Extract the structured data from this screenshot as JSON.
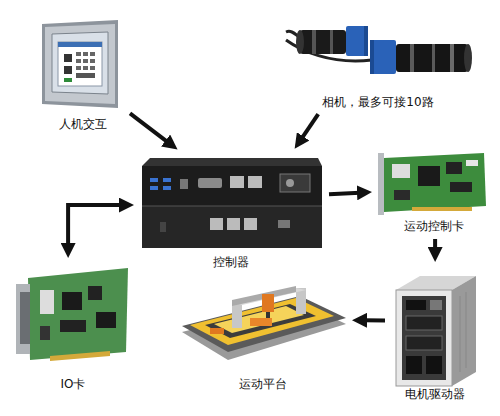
{
  "diagram": {
    "nodes": [
      {
        "text": [
          "人机交互"
        ]
      },
      {
        "text": [
          "相机，最多可接10路"
        ]
      },
      {
        "text": [
          "控制器"
        ]
      },
      {
        "text": [
          "运动控制卡"
        ]
      },
      {
        "text": [
          "IO卡"
        ]
      },
      {
        "text": [
          "运动平台"
        ]
      },
      {
        "text": [
          "电机驱动器"
        ]
      }
    ],
    "edges": [
      {
        "from": 0,
        "to": 2,
        "arrow": "to"
      },
      {
        "from": 1,
        "to": 2,
        "arrow": "to"
      },
      {
        "from": 2,
        "to": 3,
        "arrow": "to"
      },
      {
        "from": 3,
        "to": 6,
        "arrow": "to"
      },
      {
        "from": 4,
        "to": 2,
        "arrow": "both"
      },
      {
        "from": 6,
        "to": 5,
        "arrow": "to"
      }
    ]
  }
}
